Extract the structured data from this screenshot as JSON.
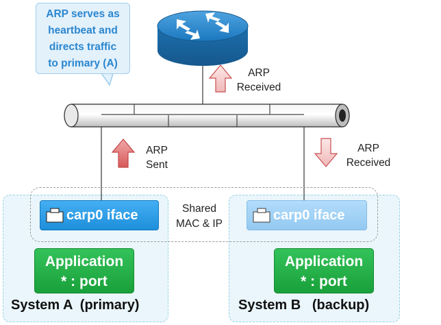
{
  "callout": {
    "lines": [
      "ARP serves as",
      "heartbeat and",
      "directs traffic",
      "to primary (A)"
    ]
  },
  "arp": {
    "received_top": [
      "ARP",
      "Received"
    ],
    "sent": [
      "ARP",
      "Sent"
    ],
    "received_right": [
      "ARP",
      "Received"
    ]
  },
  "shared": [
    "Shared",
    "MAC & IP"
  ],
  "system_a": {
    "iface_label": "carp0 iface",
    "app_lines": [
      "Application",
      "* : port"
    ],
    "label": "System A  (primary)"
  },
  "system_b": {
    "iface_label": "carp0 iface",
    "app_lines": [
      "Application",
      "* : port"
    ],
    "label": "System B   (backup)"
  },
  "colors": {
    "router": "#1e7fc4",
    "arrow_red": "#e57373",
    "iface_active": "#2b9ae6",
    "iface_inactive": "#a6d3f6",
    "app_green": "#27b04a",
    "callout_text": "#2a86cf"
  },
  "icons": {
    "router": "router-icon",
    "interface": "interface-icon",
    "arrow_up": "arrow-up-icon",
    "arrow_down": "arrow-down-icon"
  }
}
